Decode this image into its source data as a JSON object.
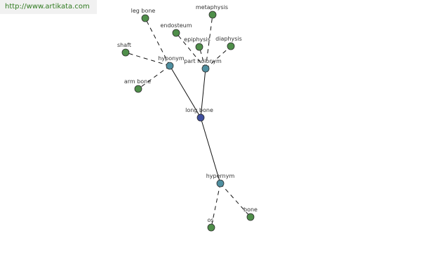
{
  "url_text": "http://www.artikata.com",
  "colors": {
    "center": "#3f4f9e",
    "relation": "#4f8fa0",
    "leaf": "#4f8f4a"
  },
  "graph": {
    "center": "long bone",
    "nodes": [
      {
        "id": "long_bone",
        "label": "long bone",
        "kind": "center"
      },
      {
        "id": "hyponym",
        "label": "hyponym",
        "kind": "relation"
      },
      {
        "id": "part_holonym",
        "label": "part holonym",
        "kind": "relation"
      },
      {
        "id": "hypernym",
        "label": "hypernym",
        "kind": "relation"
      },
      {
        "id": "leg_bone",
        "label": "leg bone",
        "kind": "leaf"
      },
      {
        "id": "shaft",
        "label": "shaft",
        "kind": "leaf"
      },
      {
        "id": "arm_bone",
        "label": "arm bone",
        "kind": "leaf"
      },
      {
        "id": "endosteum",
        "label": "endosteum",
        "kind": "leaf"
      },
      {
        "id": "metaphysis",
        "label": "metaphysis",
        "kind": "leaf"
      },
      {
        "id": "epiphysis",
        "label": "epiphysis",
        "kind": "leaf"
      },
      {
        "id": "diaphysis",
        "label": "diaphysis",
        "kind": "leaf"
      },
      {
        "id": "os",
        "label": "os",
        "kind": "leaf"
      },
      {
        "id": "bone",
        "label": "bone",
        "kind": "leaf"
      }
    ],
    "edges": [
      {
        "from": "long_bone",
        "to": "hyponym",
        "style": "solid"
      },
      {
        "from": "long_bone",
        "to": "part_holonym",
        "style": "solid"
      },
      {
        "from": "long_bone",
        "to": "hypernym",
        "style": "solid"
      },
      {
        "from": "hyponym",
        "to": "leg_bone",
        "style": "dashed"
      },
      {
        "from": "hyponym",
        "to": "shaft",
        "style": "dashed"
      },
      {
        "from": "hyponym",
        "to": "arm_bone",
        "style": "dashed"
      },
      {
        "from": "part_holonym",
        "to": "endosteum",
        "style": "dashed"
      },
      {
        "from": "part_holonym",
        "to": "metaphysis",
        "style": "dashed"
      },
      {
        "from": "part_holonym",
        "to": "epiphysis",
        "style": "dashed"
      },
      {
        "from": "part_holonym",
        "to": "diaphysis",
        "style": "dashed"
      },
      {
        "from": "hypernym",
        "to": "os",
        "style": "dashed"
      },
      {
        "from": "hypernym",
        "to": "bone",
        "style": "dashed"
      }
    ]
  }
}
